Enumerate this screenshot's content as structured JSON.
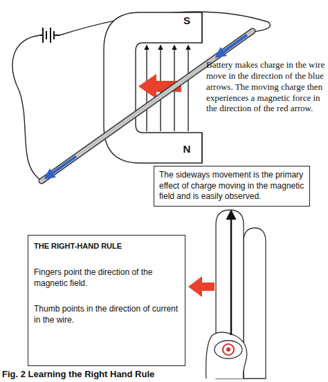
{
  "diagram": {
    "caption": "Fig. 2 Learning the Right Hand Rule",
    "nodes": [
      {
        "text": [
          "The sideways movement is the primary effect of charge moving in the magnetic field and is easily observed."
        ]
      },
      {
        "text": [
          "THE RIGHT-HAND RULE",
          "Fingers point the direction of the magnetic field.",
          "Thumb points in the direction of current in the wire."
        ]
      }
    ],
    "labels": [
      "S",
      "N",
      "Battery makes charge in the wire move in the direction of the blue arrows. The moving charge then experiences a magnetic force in the direction of the red arrow."
    ]
  }
}
